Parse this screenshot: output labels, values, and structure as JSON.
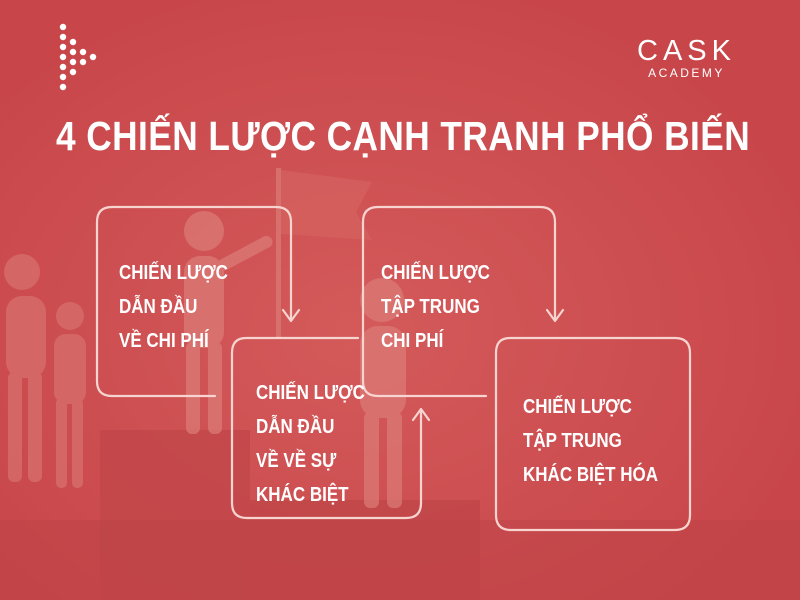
{
  "brand": {
    "name": "CASK",
    "sub": "ACADEMY",
    "logo_icon": "dot-arrow-logo"
  },
  "title": "4 CHIẾN LƯỢC CẠNH TRANH PHỔ BIẾN",
  "colors": {
    "background": "#cc4a4c",
    "box_stroke": "#f8d4d0",
    "text": "#ffffff"
  },
  "strategies": [
    {
      "lines": [
        "CHIẾN LƯỢC",
        "DẪN ĐẦU",
        "VỀ CHI PHÍ"
      ]
    },
    {
      "lines": [
        "CHIẾN LƯỢC",
        "DẪN ĐẦU",
        "VỀ VỀ SỰ",
        "KHÁC BIỆT"
      ]
    },
    {
      "lines": [
        "CHIẾN LƯỢC",
        "TẬP TRUNG",
        "CHI PHÍ"
      ]
    },
    {
      "lines": [
        "CHIẾN LƯỢC",
        "TẬP TRUNG",
        "KHÁC BIỆT HÓA"
      ]
    }
  ]
}
